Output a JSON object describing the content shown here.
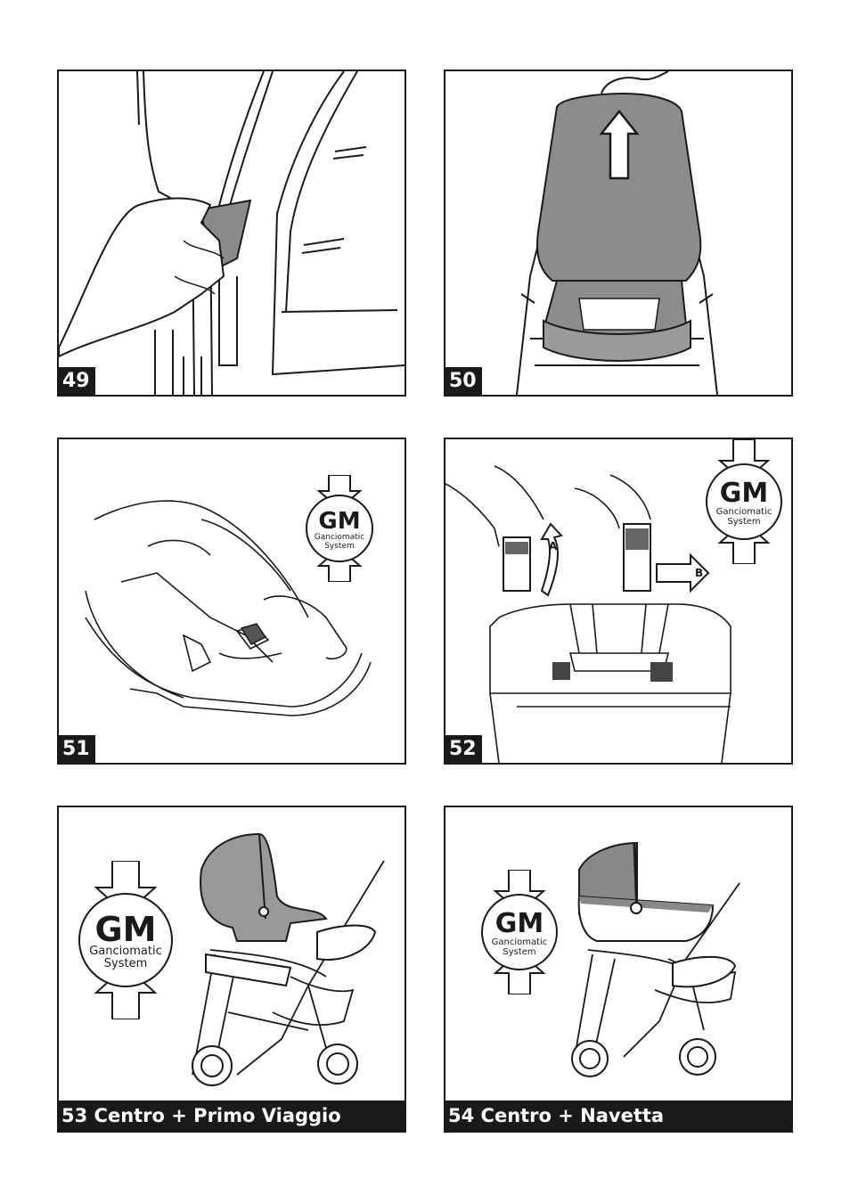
{
  "panels": [
    {
      "id": "p49",
      "label": "49"
    },
    {
      "id": "p50",
      "label": "50"
    },
    {
      "id": "p51",
      "label": "51"
    },
    {
      "id": "p52",
      "label": "52"
    },
    {
      "id": "p53",
      "label": "53 Centro + Primo Viaggio"
    },
    {
      "id": "p54",
      "label": "54 Centro + Navetta"
    }
  ],
  "gm_logo": {
    "mark": "GM",
    "line1": "Ganciomatic",
    "line2": "System"
  },
  "arrows": {
    "a": "A",
    "b": "B"
  }
}
